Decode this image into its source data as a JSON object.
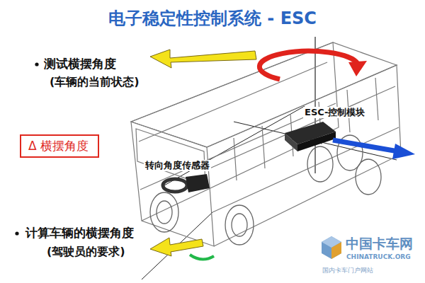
{
  "diagram": {
    "title": "电子稳定性控制系统 - ESC",
    "nodes": [
      {
        "text": [
          "Δ 横摆角度"
        ]
      }
    ],
    "labels": [
      "测试横摆角度",
      "(车辆的当前状态)",
      "ESC-控制模块",
      "转向角度传感器",
      "计算车辆的横摆角度",
      "(驾驶员的要求)",
      "中国卡车网",
      "CHINATRUCK.ORG",
      "国内卡车门户网站"
    ]
  }
}
